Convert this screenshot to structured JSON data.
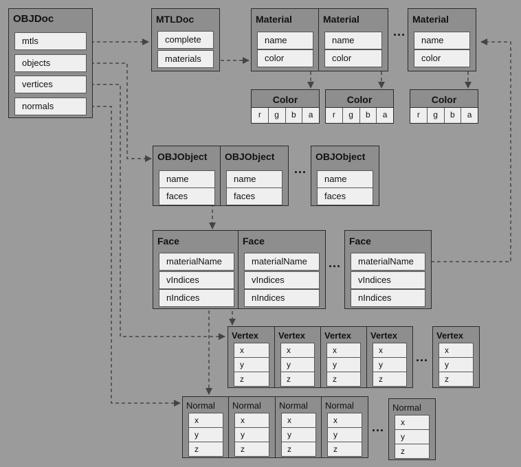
{
  "objdoc": {
    "title": "OBJDoc",
    "fields": [
      "mtls",
      "objects",
      "vertices",
      "normals"
    ]
  },
  "mtldoc": {
    "title": "MTLDoc",
    "fields": [
      "complete",
      "materials"
    ]
  },
  "material": {
    "title": "Material",
    "fields": [
      "name",
      "color"
    ]
  },
  "color": {
    "title": "Color",
    "components": [
      "r",
      "g",
      "b",
      "a"
    ]
  },
  "objobject": {
    "title": "OBJObject",
    "fields": [
      "name",
      "faces"
    ]
  },
  "face": {
    "title": "Face",
    "fields": [
      "materialName",
      "vIndices",
      "nIndices"
    ]
  },
  "vertex": {
    "title": "Vertex",
    "fields": [
      "x",
      "y",
      "z"
    ]
  },
  "normal": {
    "title": "Normal",
    "fields": [
      "x",
      "y",
      "z"
    ]
  },
  "ellipsis": "..."
}
